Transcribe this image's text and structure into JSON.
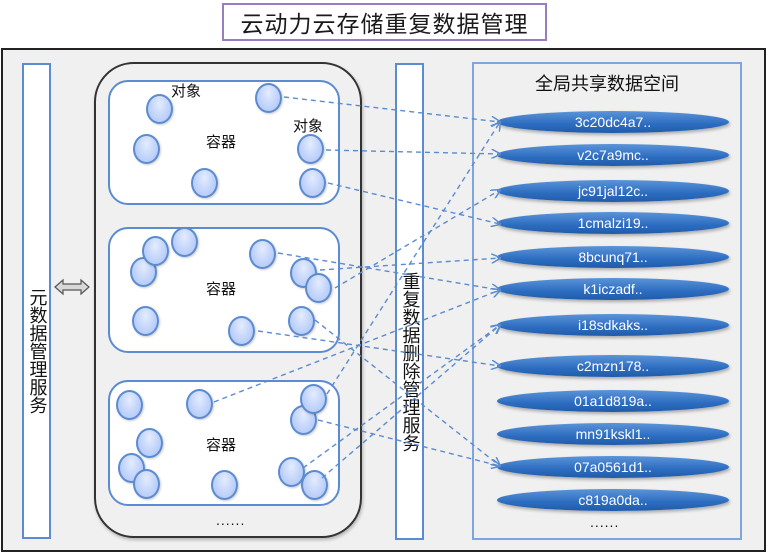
{
  "title": "云动力云存储重复数据管理",
  "metadata_service": {
    "label": "元数据管理服务"
  },
  "dedup_service": {
    "label": "重复数据删除管理服务"
  },
  "containers": [
    {
      "label": "容器",
      "object_labels": [
        "对象",
        "对象"
      ]
    },
    {
      "label": "容器"
    },
    {
      "label": "容器"
    }
  ],
  "containers_more": "......",
  "global_space": {
    "title": "全局共享数据空间",
    "hashes": [
      "3c20dc4a7..",
      "v2c7a9mc..",
      "jc91jal12c..",
      "1cmalzi19..",
      "8bcunq71..",
      "k1iczadf..",
      "i18sdkaks..",
      "c2mzn178..",
      "01a1d819a..",
      "mn91kskl1..",
      "07a0561d1..",
      "c819a0da.."
    ],
    "more": "......"
  },
  "colors": {
    "accent": "#5b8bd0",
    "hash_fill": "#2c6cc0",
    "title_border": "#9a7cc0",
    "link": "#5b8bd0"
  }
}
